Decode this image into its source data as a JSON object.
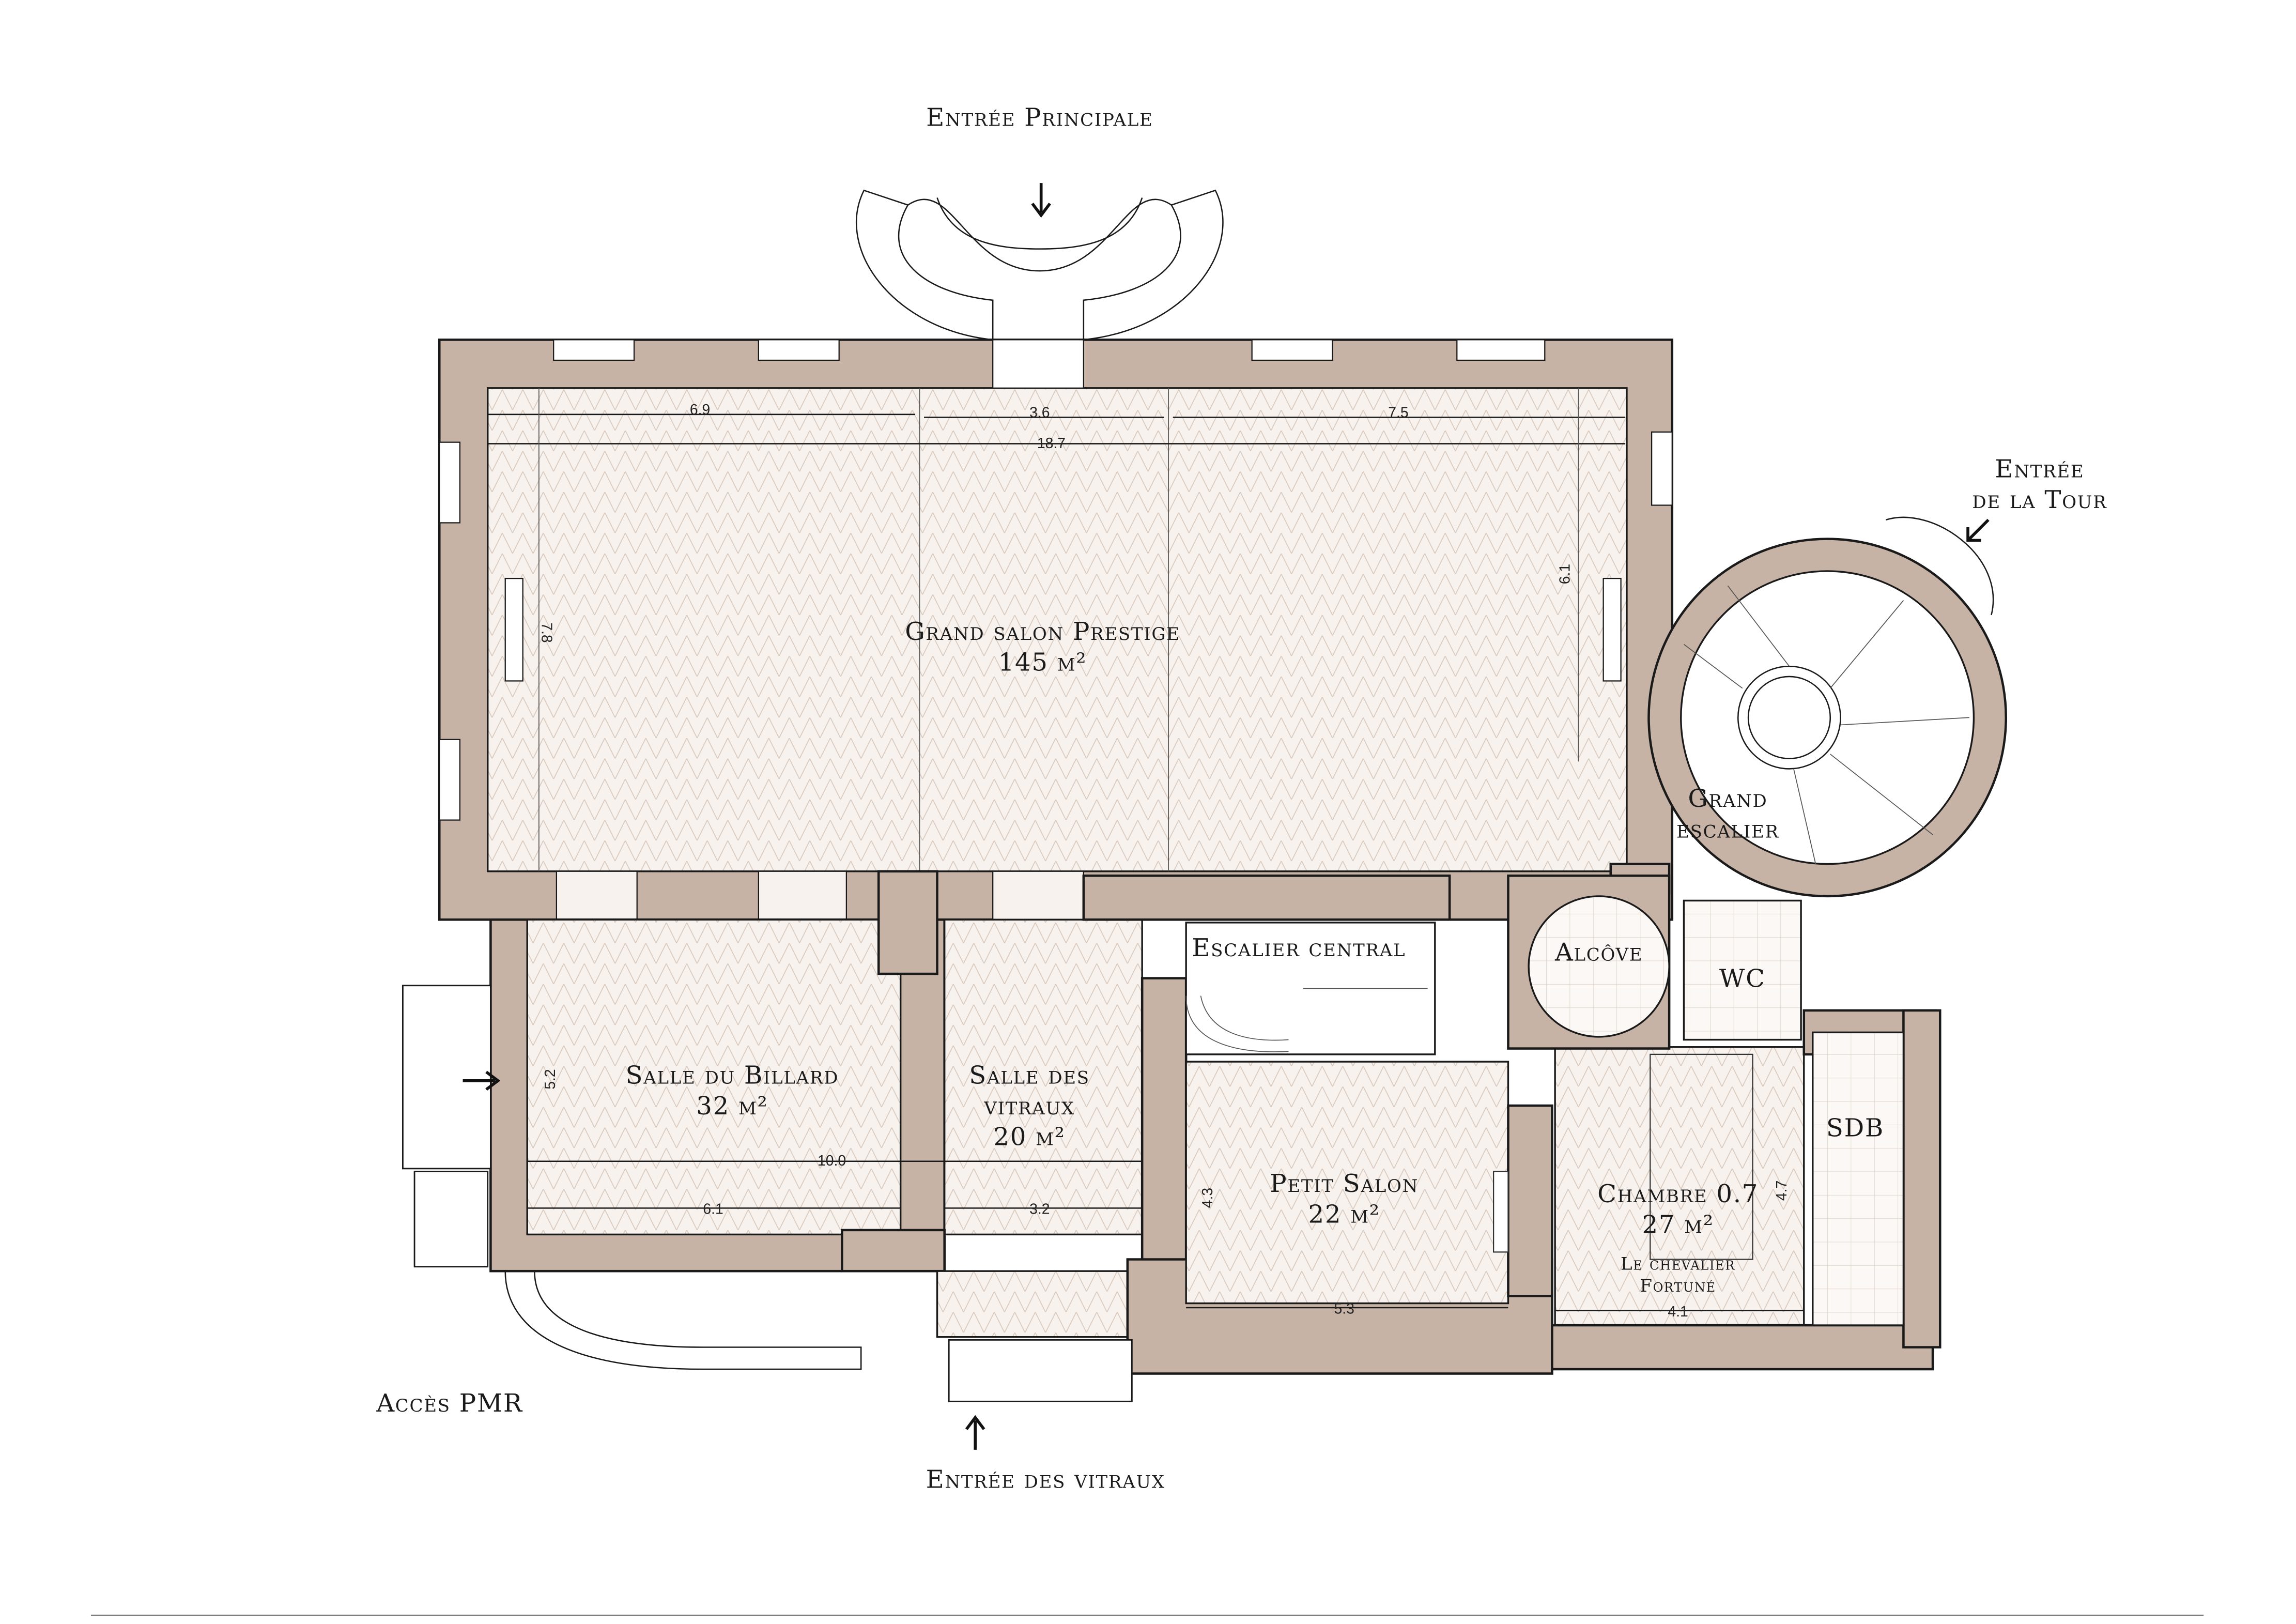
{
  "colors": {
    "wall": "#c6b3a5",
    "floor": "#f6f1ec",
    "hatch": "#d7c6b9",
    "ink": "#1a1a1a"
  },
  "entrances": {
    "main": "Entrée Principale",
    "tower_line1": "Entrée",
    "tower_line2": "de la Tour",
    "pmr": "Accès PMR",
    "vitraux": "Entrée des vitraux"
  },
  "rooms": {
    "grand_salon": {
      "name": "Grand salon Prestige",
      "area": "145 m²"
    },
    "grand_escalier": {
      "line1": "Grand",
      "line2": "escalier"
    },
    "escalier_central": {
      "name": "Escalier central"
    },
    "alcove": {
      "name": "Alcôve"
    },
    "wc": {
      "name": "WC"
    },
    "billard": {
      "name": "Salle du Billard",
      "area": "32 m²"
    },
    "vitraux": {
      "line1": "Salle des",
      "line2": "vitraux",
      "area": "20 m²"
    },
    "petit_salon": {
      "name": "Petit Salon",
      "area": "22 m²"
    },
    "chambre": {
      "name": "Chambre 0.7",
      "area": "27 m²",
      "subtitle1": "Le chevalier",
      "subtitle2": "Fortuné"
    },
    "sdb": {
      "name": "SDB"
    }
  },
  "dimensions": {
    "d1": "6.9",
    "d2": "3.6",
    "d3": "7.5",
    "d4": "18.7",
    "d5": "7.8",
    "d6": "6.1",
    "d7": "5.2",
    "d8": "10.0",
    "d9": "6.1",
    "d10": "3.2",
    "d11": "4.3",
    "d12": "5.3",
    "d13": "4.1",
    "d14": "4.7"
  }
}
